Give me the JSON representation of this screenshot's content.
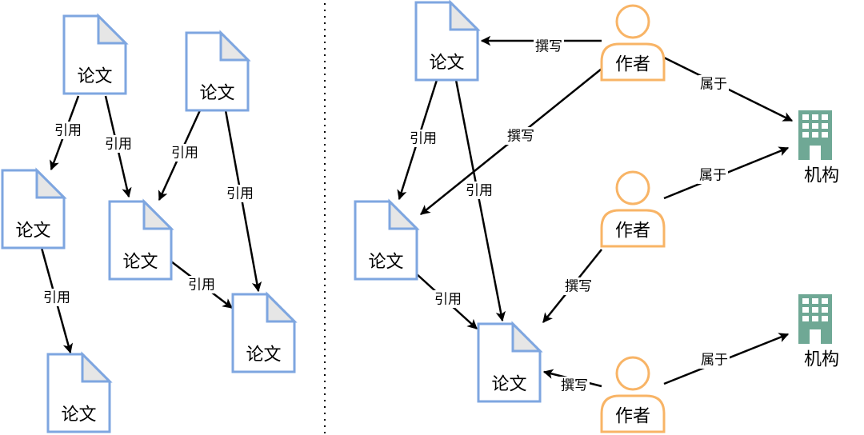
{
  "colors": {
    "document_stroke": "#7ea6e0",
    "document_fold_fill": "#e6e6e6",
    "author_stroke": "#f8b466",
    "organization_fill": "#6fa895",
    "edge": "#000000"
  },
  "left_panel": {
    "nodes": [
      {
        "id": "L1",
        "kind": "document",
        "label": "论文"
      },
      {
        "id": "L2",
        "kind": "document",
        "label": "论文"
      },
      {
        "id": "L3",
        "kind": "document",
        "label": "论文"
      },
      {
        "id": "L4",
        "kind": "document",
        "label": "论文"
      },
      {
        "id": "L5",
        "kind": "document",
        "label": "论文"
      },
      {
        "id": "L6",
        "kind": "document",
        "label": "论文"
      }
    ],
    "edges": [
      {
        "from": "L1",
        "to": "L3",
        "label": "引用"
      },
      {
        "from": "L1",
        "to": "L4",
        "label": "引用"
      },
      {
        "from": "L2",
        "to": "L4",
        "label": "引用"
      },
      {
        "from": "L2",
        "to": "L6",
        "label": "引用"
      },
      {
        "from": "L3",
        "to": "L5",
        "label": "引用"
      },
      {
        "from": "L4",
        "to": "L6",
        "label": "引用"
      }
    ]
  },
  "right_panel": {
    "nodes": [
      {
        "id": "R1",
        "kind": "document",
        "label": "论文"
      },
      {
        "id": "R2",
        "kind": "document",
        "label": "论文"
      },
      {
        "id": "R3",
        "kind": "document",
        "label": "论文"
      },
      {
        "id": "A1",
        "kind": "author",
        "label": "作者"
      },
      {
        "id": "A2",
        "kind": "author",
        "label": "作者"
      },
      {
        "id": "A3",
        "kind": "author",
        "label": "作者"
      },
      {
        "id": "O1",
        "kind": "organization",
        "label": "机构"
      },
      {
        "id": "O2",
        "kind": "organization",
        "label": "机构"
      }
    ],
    "edges": [
      {
        "from": "A1",
        "to": "R1",
        "label": "撰写"
      },
      {
        "from": "A1",
        "to": "R2",
        "label": "撰写"
      },
      {
        "from": "A1",
        "to": "O1",
        "label": "属于"
      },
      {
        "from": "A2",
        "to": "O1",
        "label": "属于"
      },
      {
        "from": "A2",
        "to": "R3",
        "label": "撰写"
      },
      {
        "from": "A3",
        "to": "R3",
        "label": "撰写"
      },
      {
        "from": "A3",
        "to": "O2",
        "label": "属于"
      },
      {
        "from": "R1",
        "to": "R2",
        "label": "引用"
      },
      {
        "from": "R1",
        "to": "R3",
        "label": "引用"
      },
      {
        "from": "R2",
        "to": "R3",
        "label": "引用"
      }
    ]
  }
}
